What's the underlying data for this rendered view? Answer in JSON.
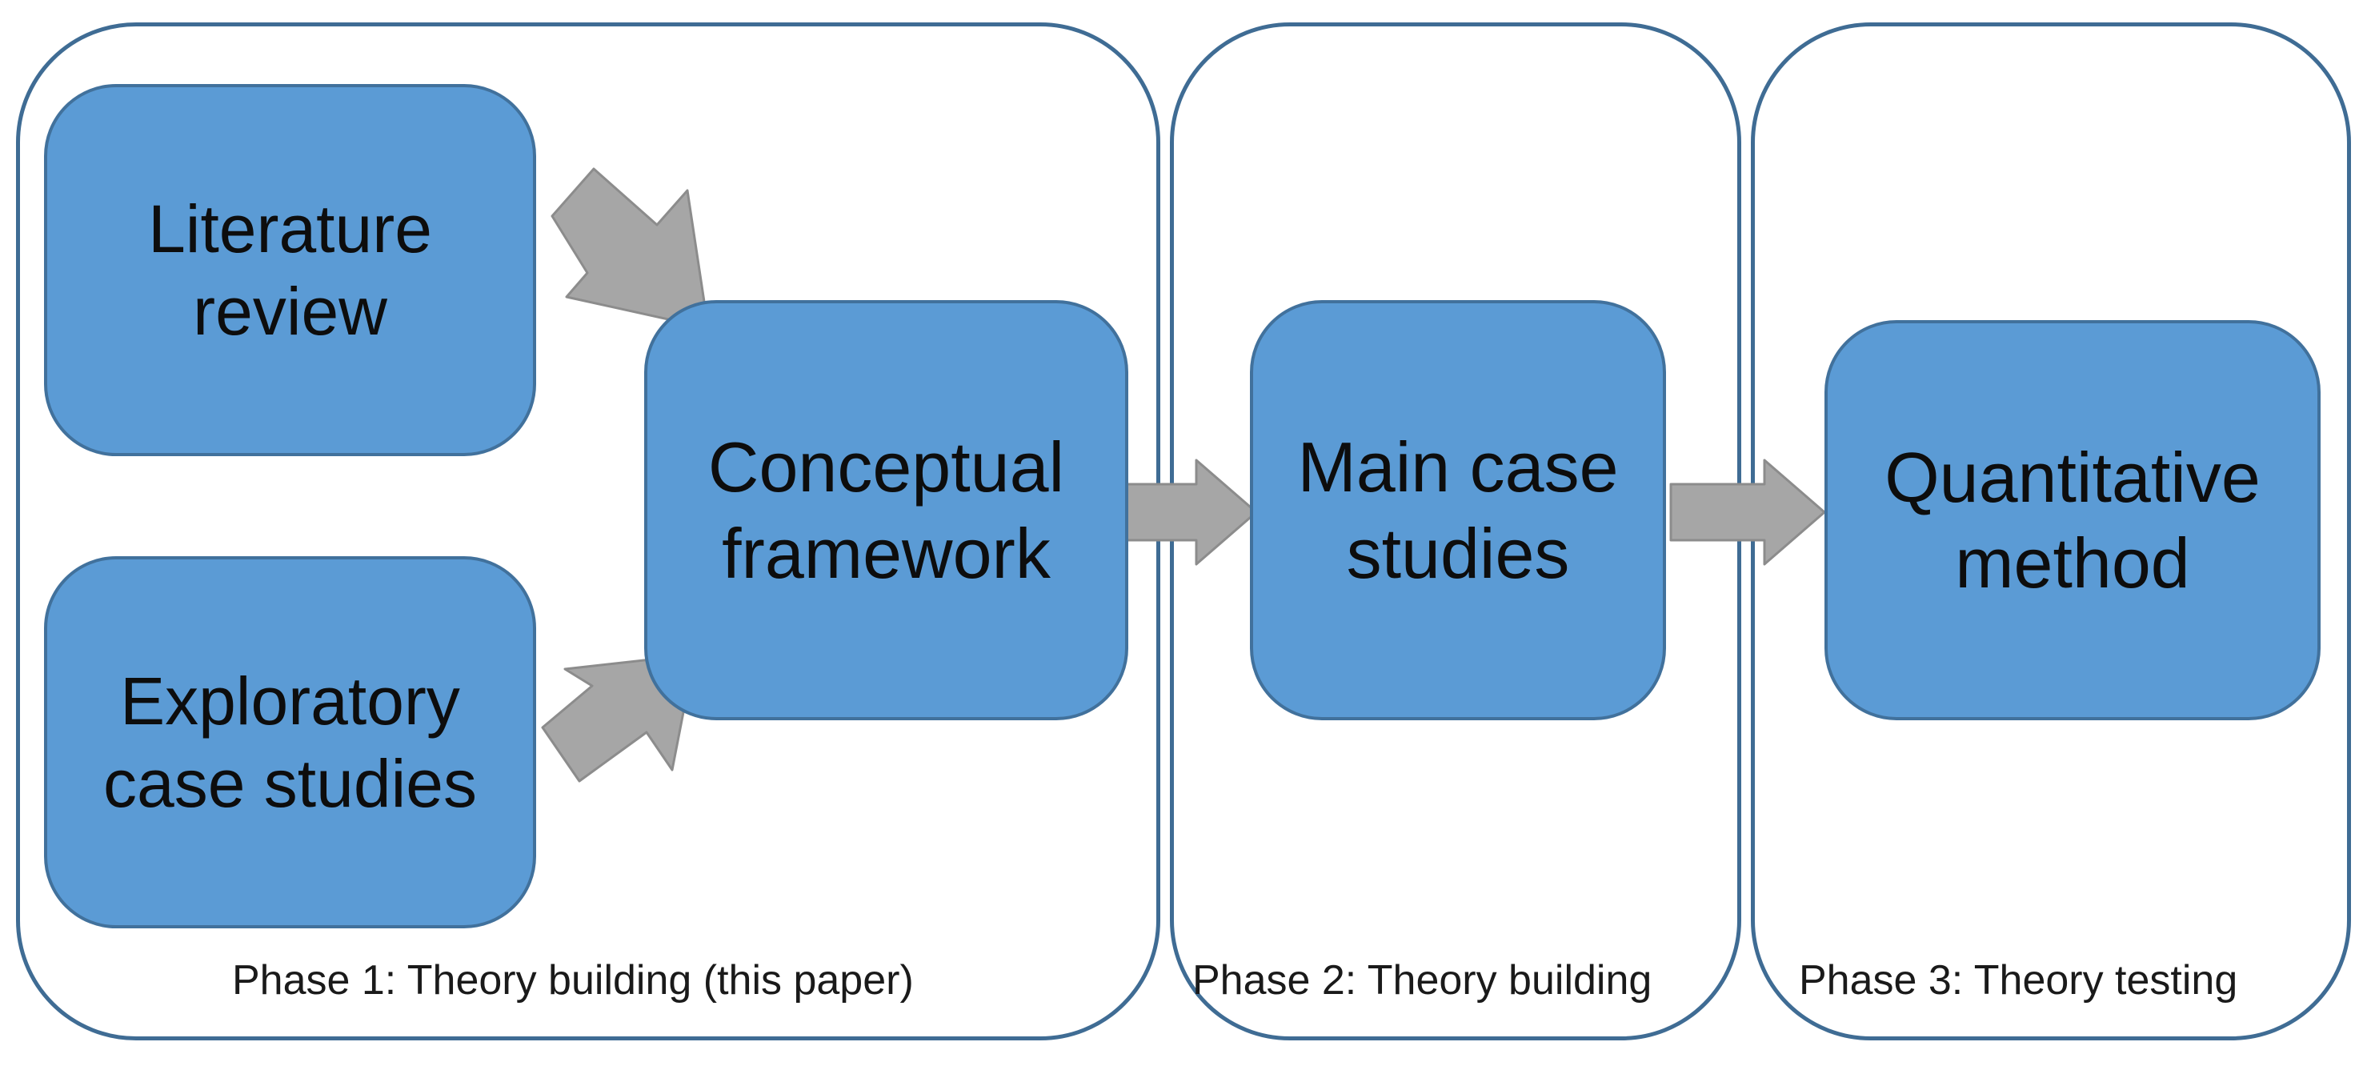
{
  "diagram": {
    "phases": [
      {
        "caption": "Phase 1: Theory building (this paper)"
      },
      {
        "caption": "Phase 2: Theory building"
      },
      {
        "caption": "Phase 3: Theory testing"
      }
    ],
    "nodes": {
      "literature_review": "Literature\nreview",
      "exploratory_case_studies": "Exploratory\ncase studies",
      "conceptual_framework": "Conceptual\nframework",
      "main_case_studies": "Main case\nstudies",
      "quantitative_method": "Quantitative\nmethod"
    },
    "edges": [
      {
        "from": "literature_review",
        "to": "conceptual_framework"
      },
      {
        "from": "exploratory_case_studies",
        "to": "conceptual_framework"
      },
      {
        "from": "conceptual_framework",
        "to": "main_case_studies"
      },
      {
        "from": "main_case_studies",
        "to": "quantitative_method"
      }
    ],
    "colors": {
      "node_fill": "#5b9bd5",
      "node_border": "#41719c",
      "panel_border": "#3f6c94",
      "arrow_fill": "#a6a6a6",
      "arrow_border": "#8c8c8c"
    }
  }
}
